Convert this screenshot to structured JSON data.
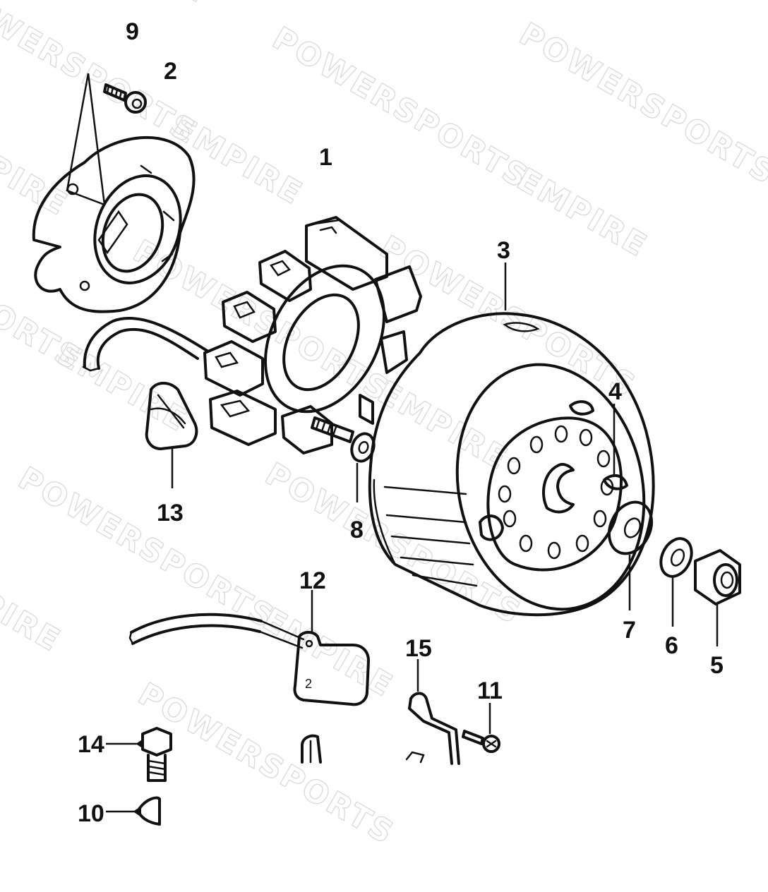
{
  "watermark": {
    "words": [
      "POWERSPORTS",
      "EMPIRE"
    ]
  },
  "callouts": [
    {
      "id": "9",
      "text": "9"
    },
    {
      "id": "2",
      "text": "2"
    },
    {
      "id": "1",
      "text": "1"
    },
    {
      "id": "3",
      "text": "3"
    },
    {
      "id": "4",
      "text": "4"
    },
    {
      "id": "13",
      "text": "13"
    },
    {
      "id": "8",
      "text": "8"
    },
    {
      "id": "12",
      "text": "12"
    },
    {
      "id": "7",
      "text": "7"
    },
    {
      "id": "6",
      "text": "6"
    },
    {
      "id": "5",
      "text": "5"
    },
    {
      "id": "15",
      "text": "15"
    },
    {
      "id": "11",
      "text": "11"
    },
    {
      "id": "14",
      "text": "14"
    },
    {
      "id": "10",
      "text": "10"
    }
  ],
  "part_marks": {
    "coil_mark": "2"
  },
  "colors": {
    "ink": "#111111",
    "watermark": "#d9d9d9",
    "background": "#ffffff"
  }
}
